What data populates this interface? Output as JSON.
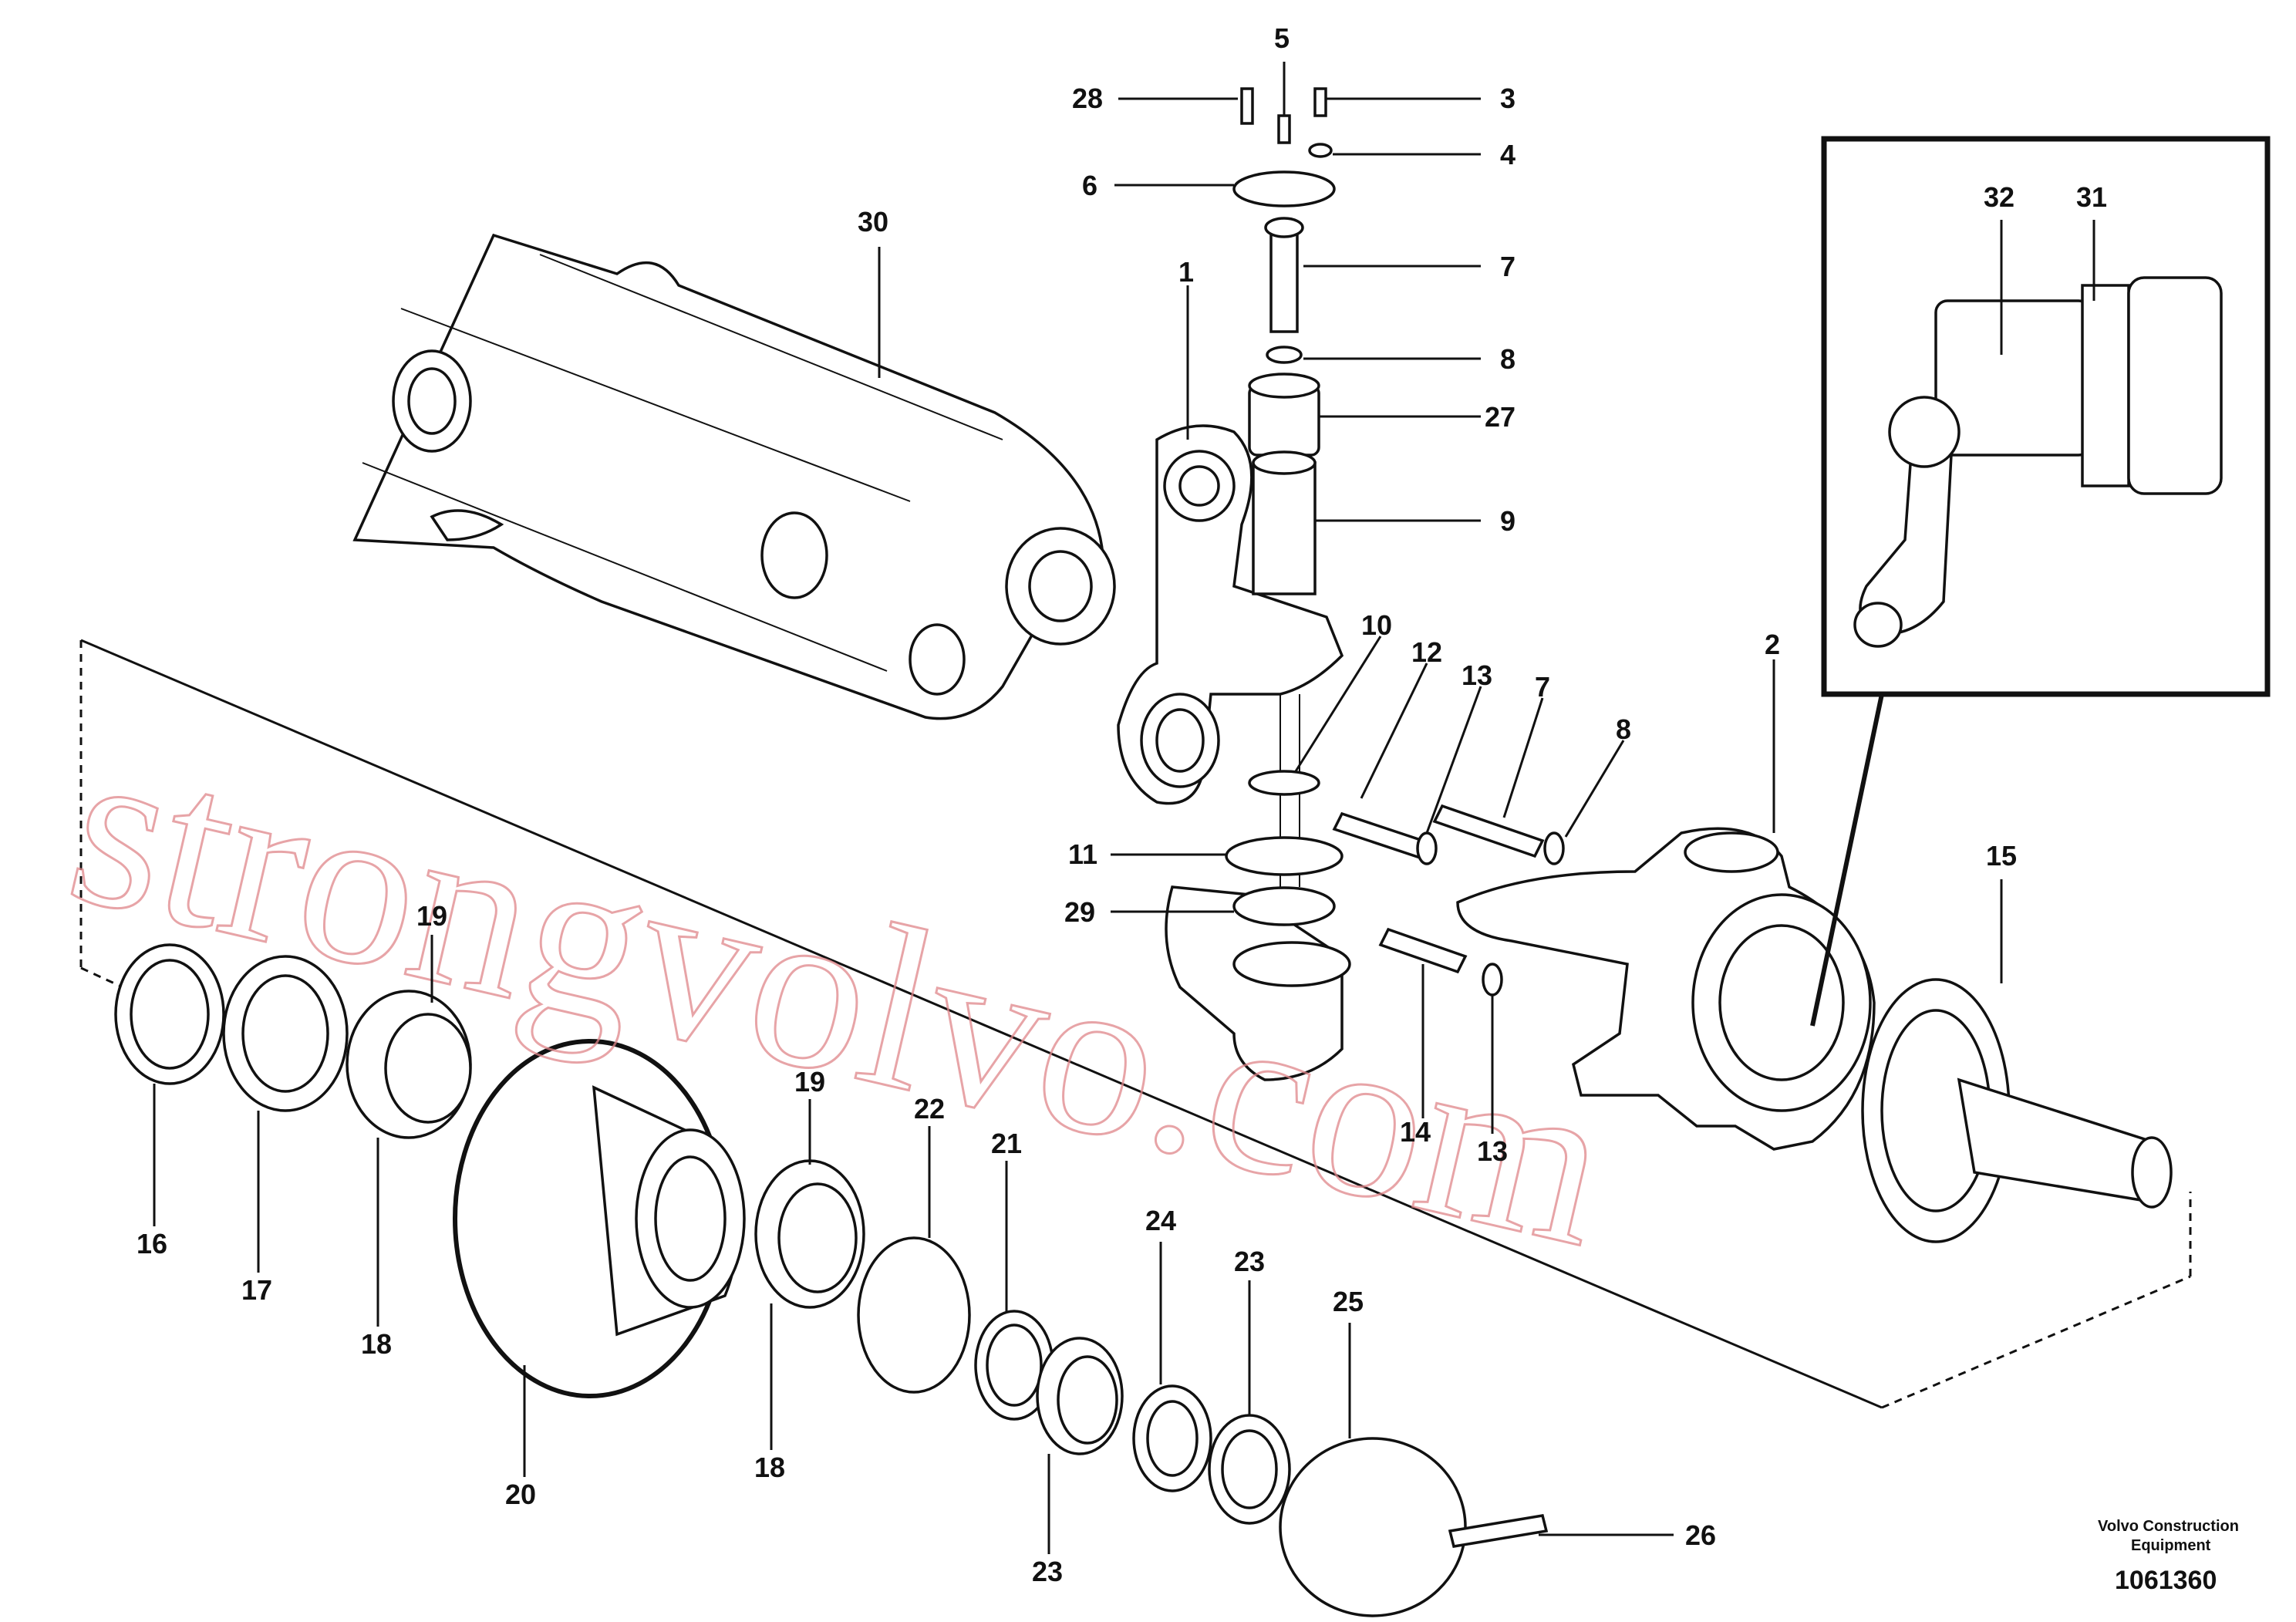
{
  "diagram": {
    "callouts": [
      {
        "id": "c28",
        "label": "28"
      },
      {
        "id": "c5",
        "label": "5"
      },
      {
        "id": "c3",
        "label": "3"
      },
      {
        "id": "c6",
        "label": "6"
      },
      {
        "id": "c4",
        "label": "4"
      },
      {
        "id": "c30",
        "label": "30"
      },
      {
        "id": "c1",
        "label": "1"
      },
      {
        "id": "c7a",
        "label": "7"
      },
      {
        "id": "c8a",
        "label": "8"
      },
      {
        "id": "c27",
        "label": "27"
      },
      {
        "id": "c9",
        "label": "9"
      },
      {
        "id": "c10",
        "label": "10"
      },
      {
        "id": "c12",
        "label": "12"
      },
      {
        "id": "c13a",
        "label": "13"
      },
      {
        "id": "c7b",
        "label": "7"
      },
      {
        "id": "c8b",
        "label": "8"
      },
      {
        "id": "c2",
        "label": "2"
      },
      {
        "id": "c11",
        "label": "11"
      },
      {
        "id": "c29",
        "label": "29"
      },
      {
        "id": "c15",
        "label": "15"
      },
      {
        "id": "c19a",
        "label": "19"
      },
      {
        "id": "c19b",
        "label": "19"
      },
      {
        "id": "c14",
        "label": "14"
      },
      {
        "id": "c13b",
        "label": "13"
      },
      {
        "id": "c22",
        "label": "22"
      },
      {
        "id": "c21",
        "label": "21"
      },
      {
        "id": "c24",
        "label": "24"
      },
      {
        "id": "c23a",
        "label": "23"
      },
      {
        "id": "c25",
        "label": "25"
      },
      {
        "id": "c16",
        "label": "16"
      },
      {
        "id": "c17",
        "label": "17"
      },
      {
        "id": "c18a",
        "label": "18"
      },
      {
        "id": "c20",
        "label": "20"
      },
      {
        "id": "c18b",
        "label": "18"
      },
      {
        "id": "c23b",
        "label": "23"
      },
      {
        "id": "c26",
        "label": "26"
      },
      {
        "id": "c32",
        "label": "32"
      },
      {
        "id": "c31",
        "label": "31"
      }
    ],
    "brand_line1": "Volvo Construction",
    "brand_line2": "Equipment",
    "drawing_number": "1061360",
    "watermark": "strongvolvo.com"
  }
}
